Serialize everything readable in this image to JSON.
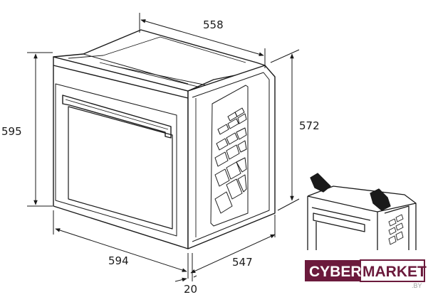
{
  "dimensions": {
    "width": "594",
    "height": "595",
    "depth_top": "558",
    "niche_height": "572",
    "depth_bottom": "547",
    "panel_offset": "20"
  },
  "logo": {
    "word1": "CYBER",
    "word2": "MARKET",
    "suffix": ".BY",
    "colors": {
      "primary": "#6b1a3c",
      "secondary": "#a0a0a0"
    }
  },
  "line_color": "#1a1a1a"
}
